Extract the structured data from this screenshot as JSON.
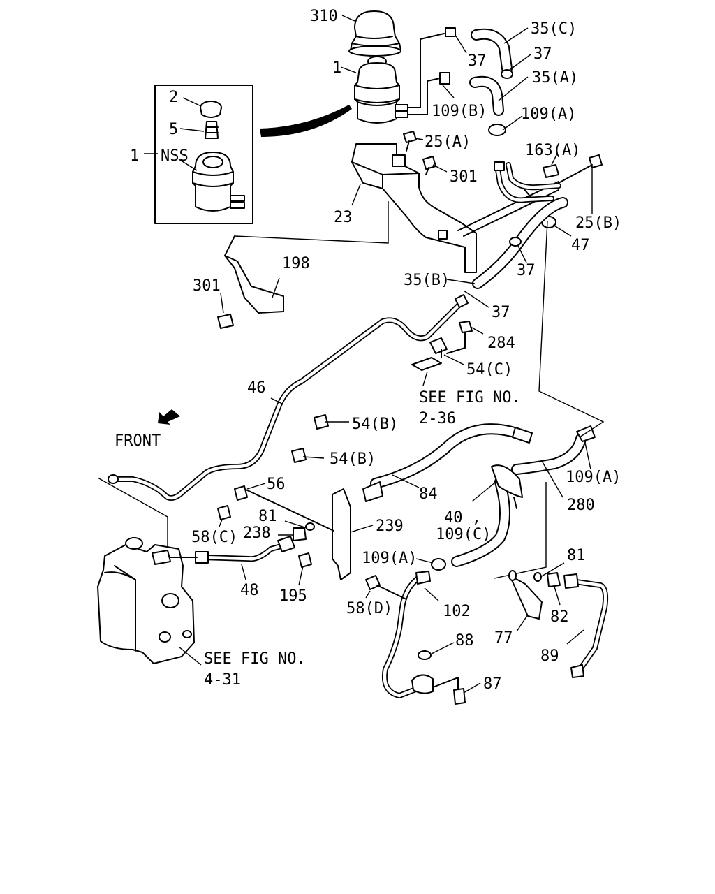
{
  "labels": {
    "l310": "310",
    "l1a": "1",
    "l35c": "35(C)",
    "l37a": "37",
    "l37b": "37",
    "l35a": "35(A)",
    "l109b": "109(B)",
    "l109a1": "109(A)",
    "l2": "2",
    "l5": "5",
    "l1nss_num": "1",
    "l1nss_txt": "NSS",
    "l25a": "25(A)",
    "l301a": "301",
    "l163a": "163(A)",
    "l23": "23",
    "l25b": "25(B)",
    "l47": "47",
    "l198": "198",
    "l301b": "301",
    "l37c": "37",
    "l35b": "35(B)",
    "l37d": "37",
    "l284": "284",
    "l54c": "54(C)",
    "l46": "46",
    "see1a": "SEE FIG NO.",
    "see1b": "2-36",
    "front": "FRONT",
    "l54b1": "54(B)",
    "l54b2": "54(B)",
    "l109a2": "109(A)",
    "l56": "56",
    "l84": "84",
    "l280": "280",
    "l40": "40 ,",
    "l109c": "109(C)",
    "l81a": "81",
    "l239": "239",
    "l58c": "58(C)",
    "l238": "238",
    "l109a3": "109(A)",
    "l81b": "81",
    "l48": "48",
    "l195": "195",
    "l58d": "58(D)",
    "l102": "102",
    "l82": "82",
    "l77": "77",
    "l88": "88",
    "l89": "89",
    "see2a": "SEE FIG NO.",
    "see2b": "4-31",
    "l87": "87"
  }
}
